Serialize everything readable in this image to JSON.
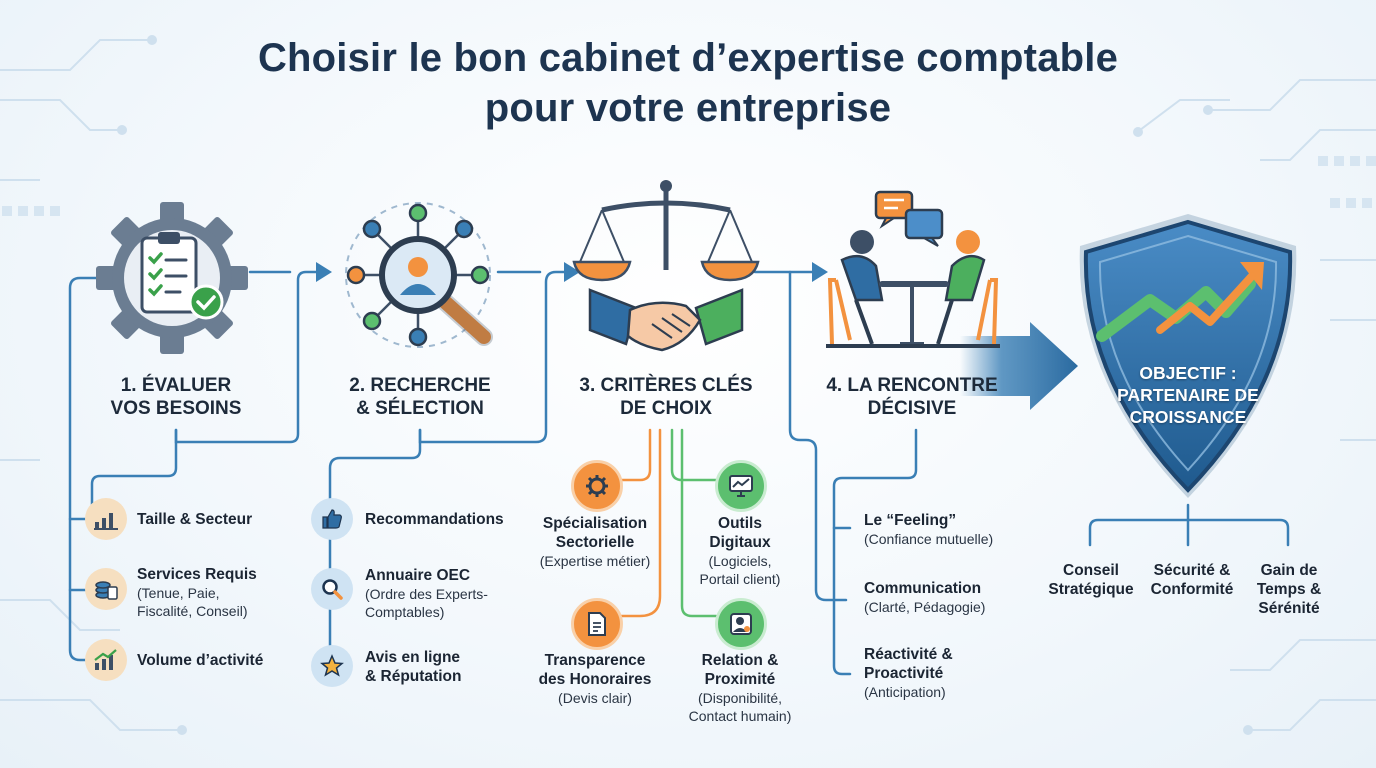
{
  "title": {
    "line1": "Choisir le bon cabinet d’expertise comptable",
    "line2": "pour votre entreprise"
  },
  "colors": {
    "navy": "#1d3450",
    "blue": "#3a7fb5",
    "orange": "#f3923f",
    "green": "#5cbf6f",
    "shield": "#2f6da3"
  },
  "steps": [
    {
      "title_l1": "1. ÉVALUER",
      "title_l2": "VOS BESOINS",
      "icon": "gear-clipboard-checklist-icon",
      "items": [
        {
          "label": "Taille & Secteur",
          "icon": "bar-chart-icon"
        },
        {
          "label": "Services Requis",
          "detail_l1": "(Tenue, Paie,",
          "detail_l2": "Fiscalité, Conseil)",
          "icon": "coins-icon"
        },
        {
          "label": "Volume d’activité",
          "icon": "growth-chart-icon"
        }
      ]
    },
    {
      "title_l1": "2. RECHERCHE",
      "title_l2": "& SÉLECTION",
      "icon": "magnifier-network-icon",
      "items": [
        {
          "label": "Recommandations",
          "icon": "thumbs-up-icon"
        },
        {
          "label": "Annuaire OEC",
          "detail_l1": "(Ordre des Experts-",
          "detail_l2": "Comptables)",
          "icon": "search-icon"
        },
        {
          "label_l1": "Avis en ligne",
          "label_l2": "& Réputation",
          "icon": "star-icon"
        }
      ]
    },
    {
      "title_l1": "3. CRITÈRES CLÉS",
      "title_l2": "DE CHOIX",
      "icon": "scales-handshake-icon",
      "items": [
        {
          "label_l1": "Spécialisation",
          "label_l2": "Sectorielle",
          "detail_l1": "(Expertise métier)",
          "icon": "gear-icon"
        },
        {
          "label_l1": "Outils",
          "label_l2": "Digitaux",
          "detail_l1": "(Logiciels,",
          "detail_l2": "Portail client)",
          "icon": "monitor-chart-icon"
        },
        {
          "label_l1": "Transparence",
          "label_l2": "des Honoraires",
          "detail_l1": "(Devis clair)",
          "icon": "document-icon"
        },
        {
          "label_l1": "Relation &",
          "label_l2": "Proximité",
          "detail_l1": "(Disponibilité,",
          "detail_l2": "Contact humain)",
          "icon": "person-icon"
        }
      ]
    },
    {
      "title_l1": "4. LA RENCONTRE",
      "title_l2": "DÉCISIVE",
      "icon": "meeting-people-icon",
      "items": [
        {
          "label": "Le “Feeling”",
          "detail_l1": "(Confiance mutuelle)"
        },
        {
          "label": "Communication",
          "detail_l1": "(Clarté, Pédagogie)"
        },
        {
          "label_l1": "Réactivité &",
          "label_l2": "Proactivité",
          "detail_l1": "(Anticipation)"
        }
      ]
    }
  ],
  "goal": {
    "l1": "OBJECTIF :",
    "l2": "PARTENAIRE DE",
    "l3": "CROISSANCE",
    "icon": "shield-growth-arrow-icon",
    "outcomes": [
      {
        "l1": "Conseil",
        "l2": "Stratégique"
      },
      {
        "l1": "Sécurité &",
        "l2": "Conformité"
      },
      {
        "l1": "Gain de",
        "l2": "Temps &",
        "l3": "Sérénité"
      }
    ]
  }
}
